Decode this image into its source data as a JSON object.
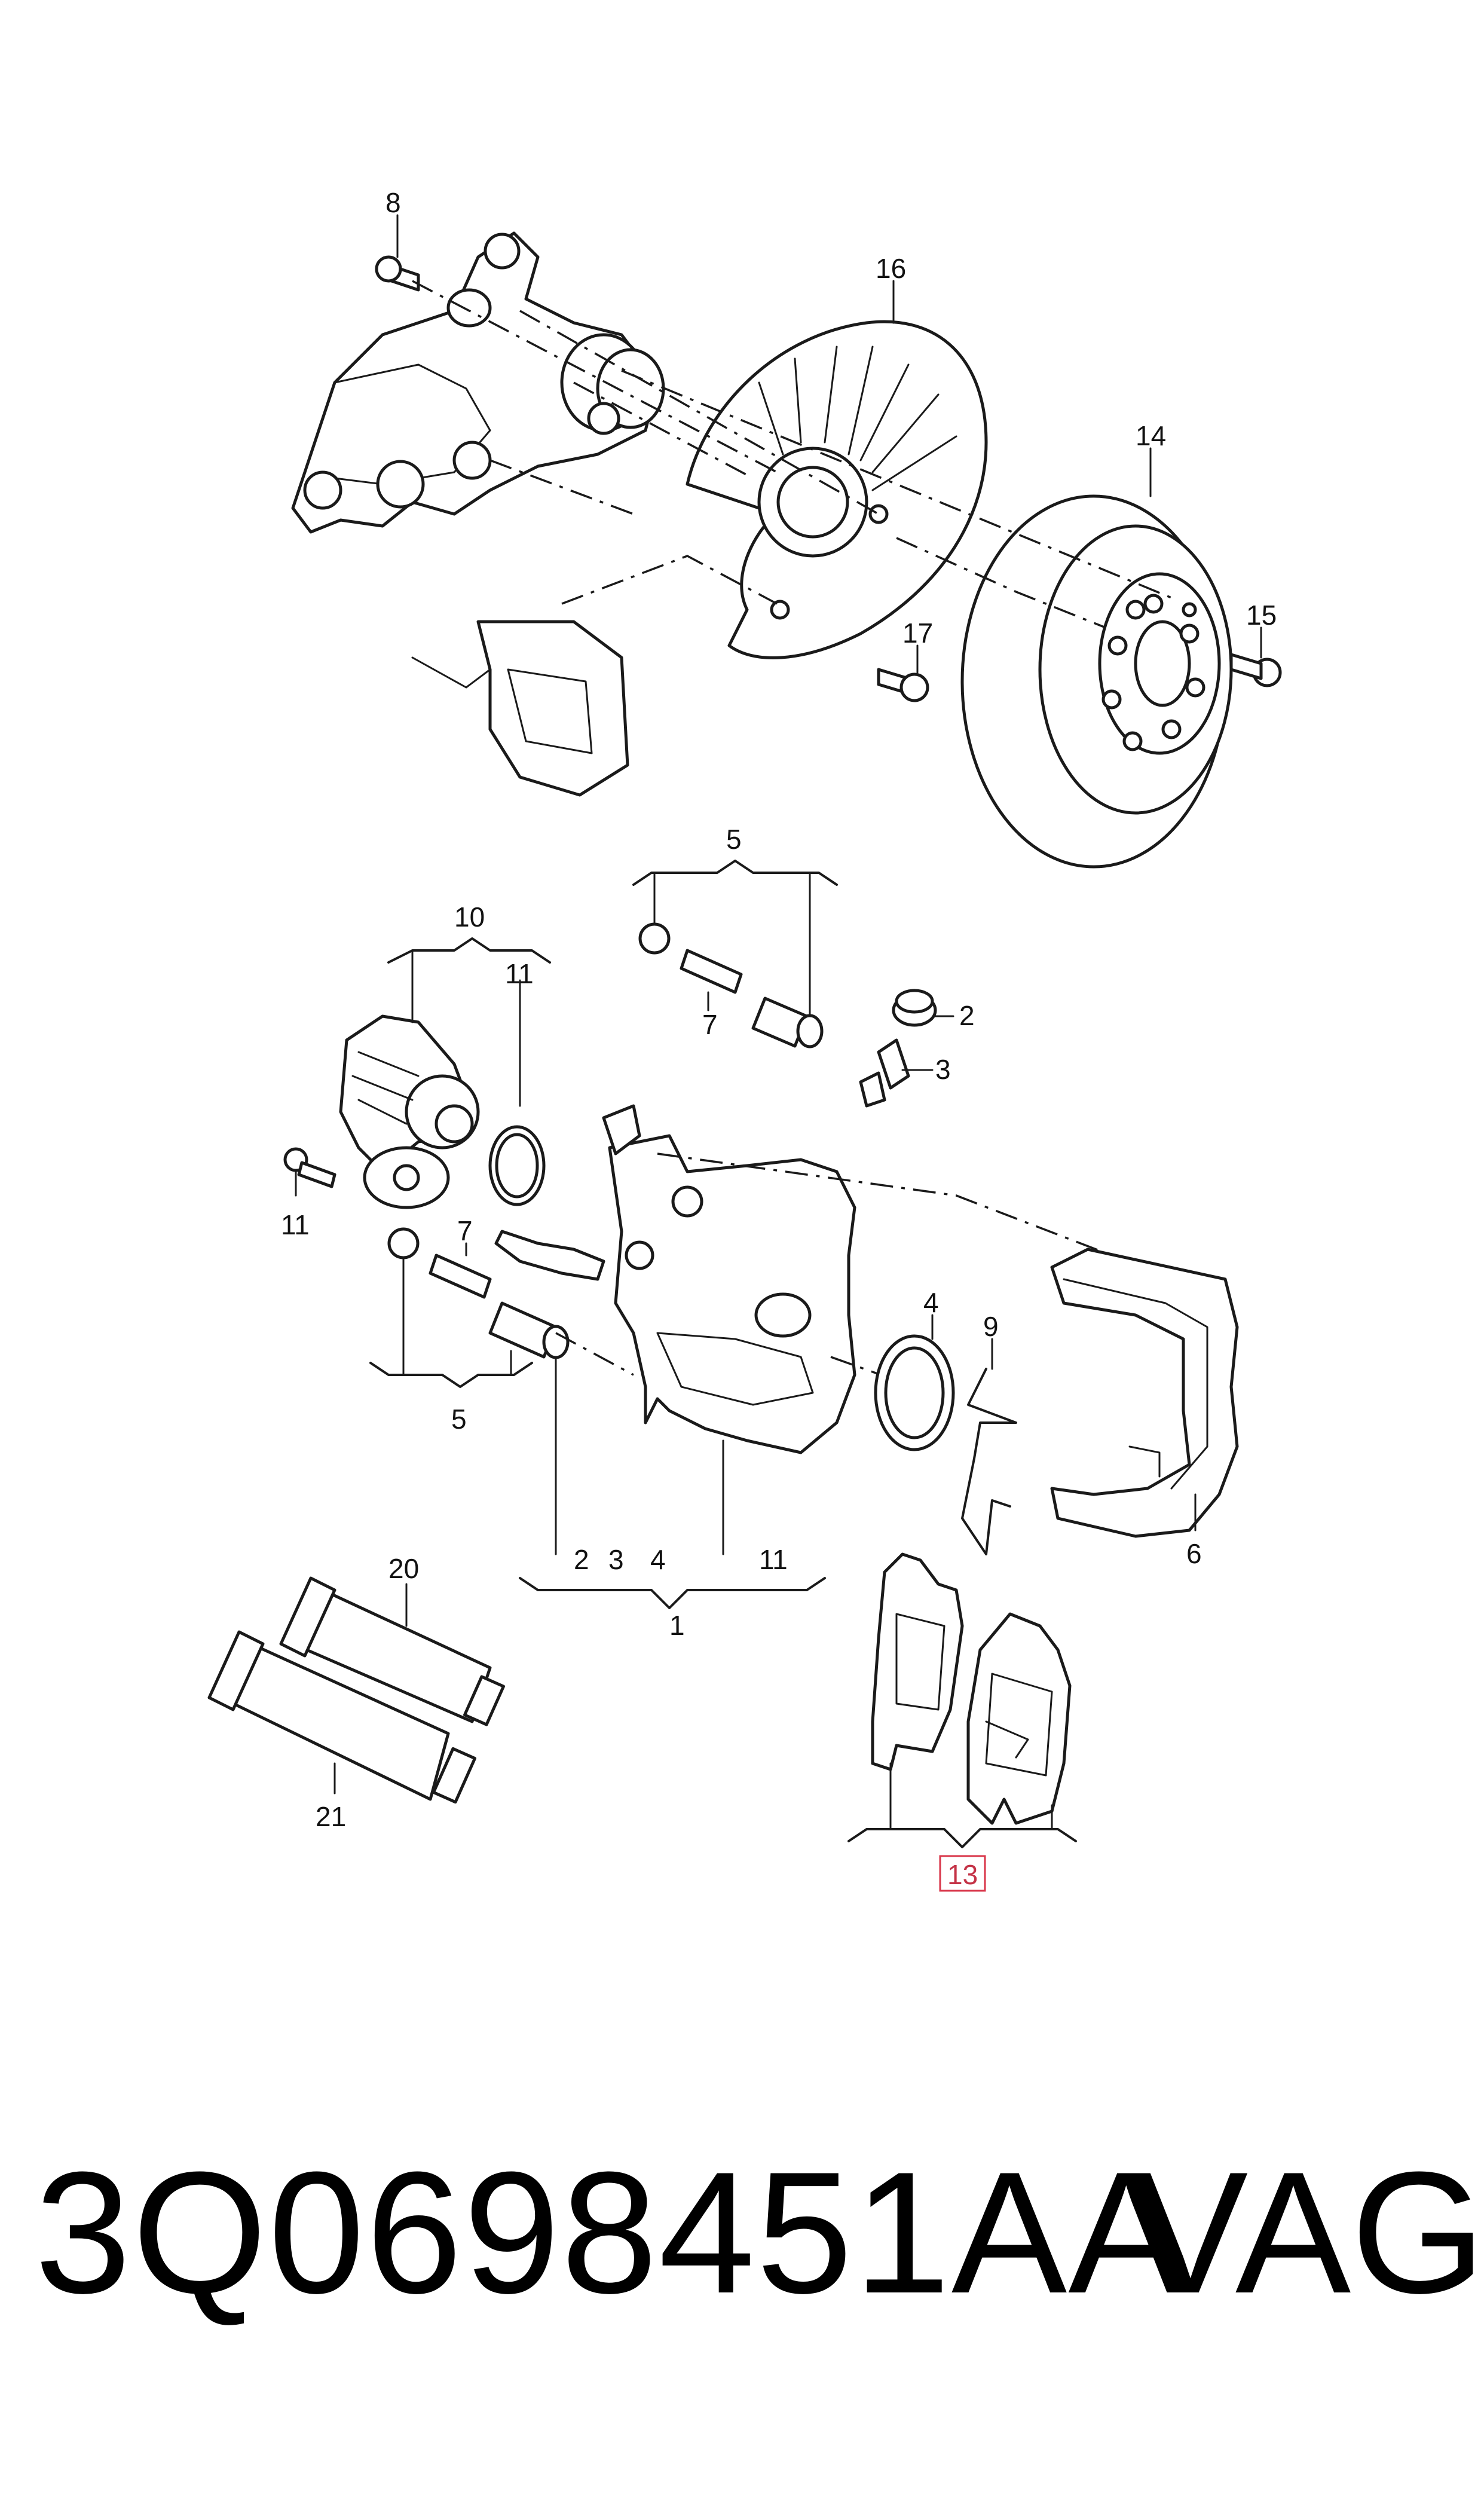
{
  "callouts": {
    "c1": "1",
    "c2a": "2",
    "c2b": "2",
    "c3a": "3",
    "c3b": "3",
    "c4a": "4",
    "c4b": "4",
    "c5a": "5",
    "c5b": "5",
    "c6": "6",
    "c7a": "7",
    "c7b": "7",
    "c8": "8",
    "c9": "9",
    "c10": "10",
    "c11a": "11",
    "c11b": "11",
    "c11c": "11",
    "c13": "13",
    "c14": "14",
    "c15": "15",
    "c16": "16",
    "c17": "17",
    "c20": "20",
    "c21": "21"
  },
  "highlighted_part": "13",
  "colors": {
    "highlight": "#d9364a",
    "ink": "#1a1a1a"
  },
  "footer": {
    "part_number": "3Q0698451AA",
    "brand": "VAG"
  }
}
